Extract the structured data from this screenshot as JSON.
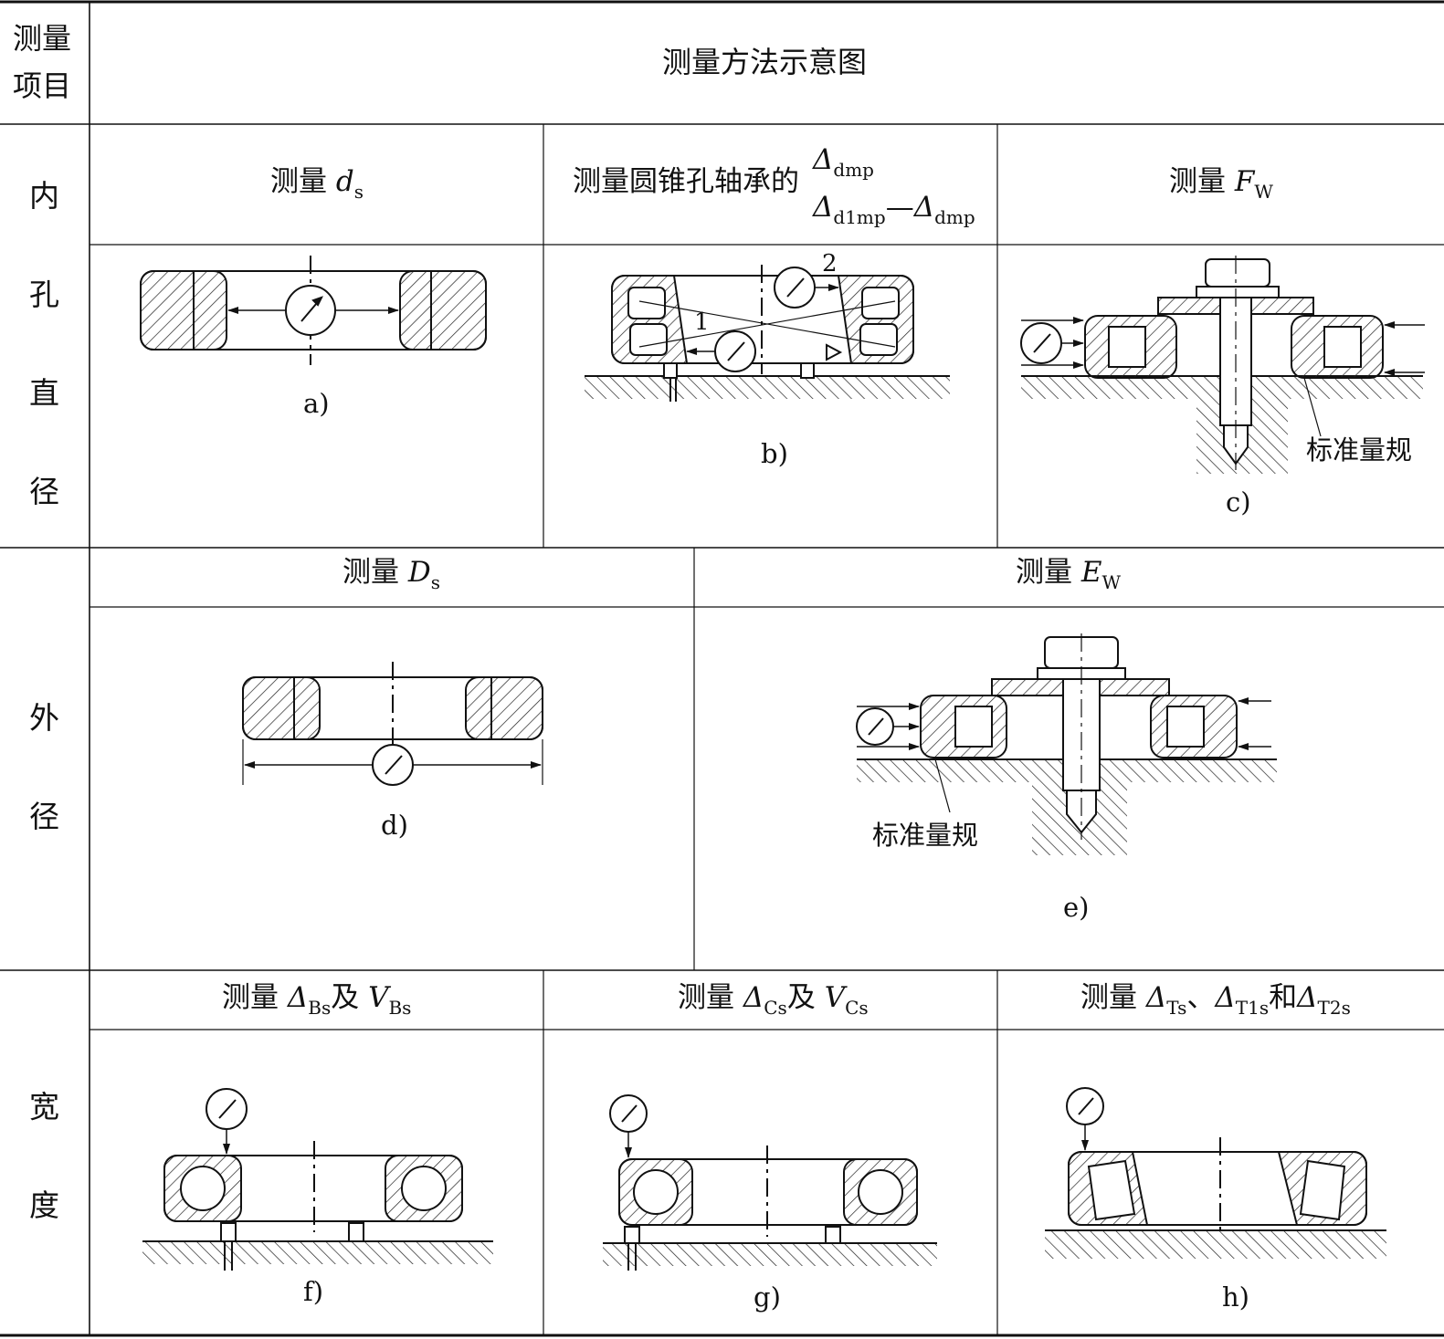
{
  "header": {
    "col1_line1": "测量",
    "col1_line2": "项目",
    "col2": "测量方法示意图"
  },
  "rows": [
    {
      "category_chars": [
        "内",
        "孔",
        "直",
        "径"
      ],
      "cells": [
        {
          "title_prefix": "测量",
          "symbol": "d",
          "subscript": "s",
          "caption": "a)"
        },
        {
          "title_prefix": "测量圆锥孔轴承的",
          "frac_top_symbol": "Δ",
          "frac_top_sub": "dmp",
          "frac_bottom_symbol1": "Δ",
          "frac_bottom_sub1": "d1mp",
          "frac_bottom_dash": "—",
          "frac_bottom_symbol2": "Δ",
          "frac_bottom_sub2": "dmp",
          "label_1": "1",
          "label_2": "2",
          "caption": "b)"
        },
        {
          "title_prefix": "测量",
          "symbol": "F",
          "subscript": "W",
          "gauge_label": "标准量规",
          "caption": "c)"
        }
      ]
    },
    {
      "category_chars": [
        "外",
        "径"
      ],
      "cells": [
        {
          "title_prefix": "测量",
          "symbol": "D",
          "subscript": "s",
          "caption": "d)"
        },
        {
          "title_prefix": "测量",
          "symbol": "E",
          "subscript": "W",
          "gauge_label": "标准量规",
          "caption": "e)"
        }
      ]
    },
    {
      "category_chars": [
        "宽",
        "度"
      ],
      "cells": [
        {
          "title_prefix": "测量",
          "sym1": "Δ",
          "sub1": "Bs",
          "joiner": "及",
          "sym2": "V",
          "sub2": "Bs",
          "caption": "f)"
        },
        {
          "title_prefix": "测量",
          "sym1": "Δ",
          "sub1": "Cs",
          "joiner": "及",
          "sym2": "V",
          "sub2": "Cs",
          "caption": "g)"
        },
        {
          "title_prefix": "测量",
          "sym1": "Δ",
          "sub1": "Ts",
          "sep": "、",
          "sym2": "Δ",
          "sub2": "T1s",
          "joiner": "和",
          "sym3": "Δ",
          "sub3": "T2s",
          "caption": "h)"
        }
      ]
    }
  ]
}
